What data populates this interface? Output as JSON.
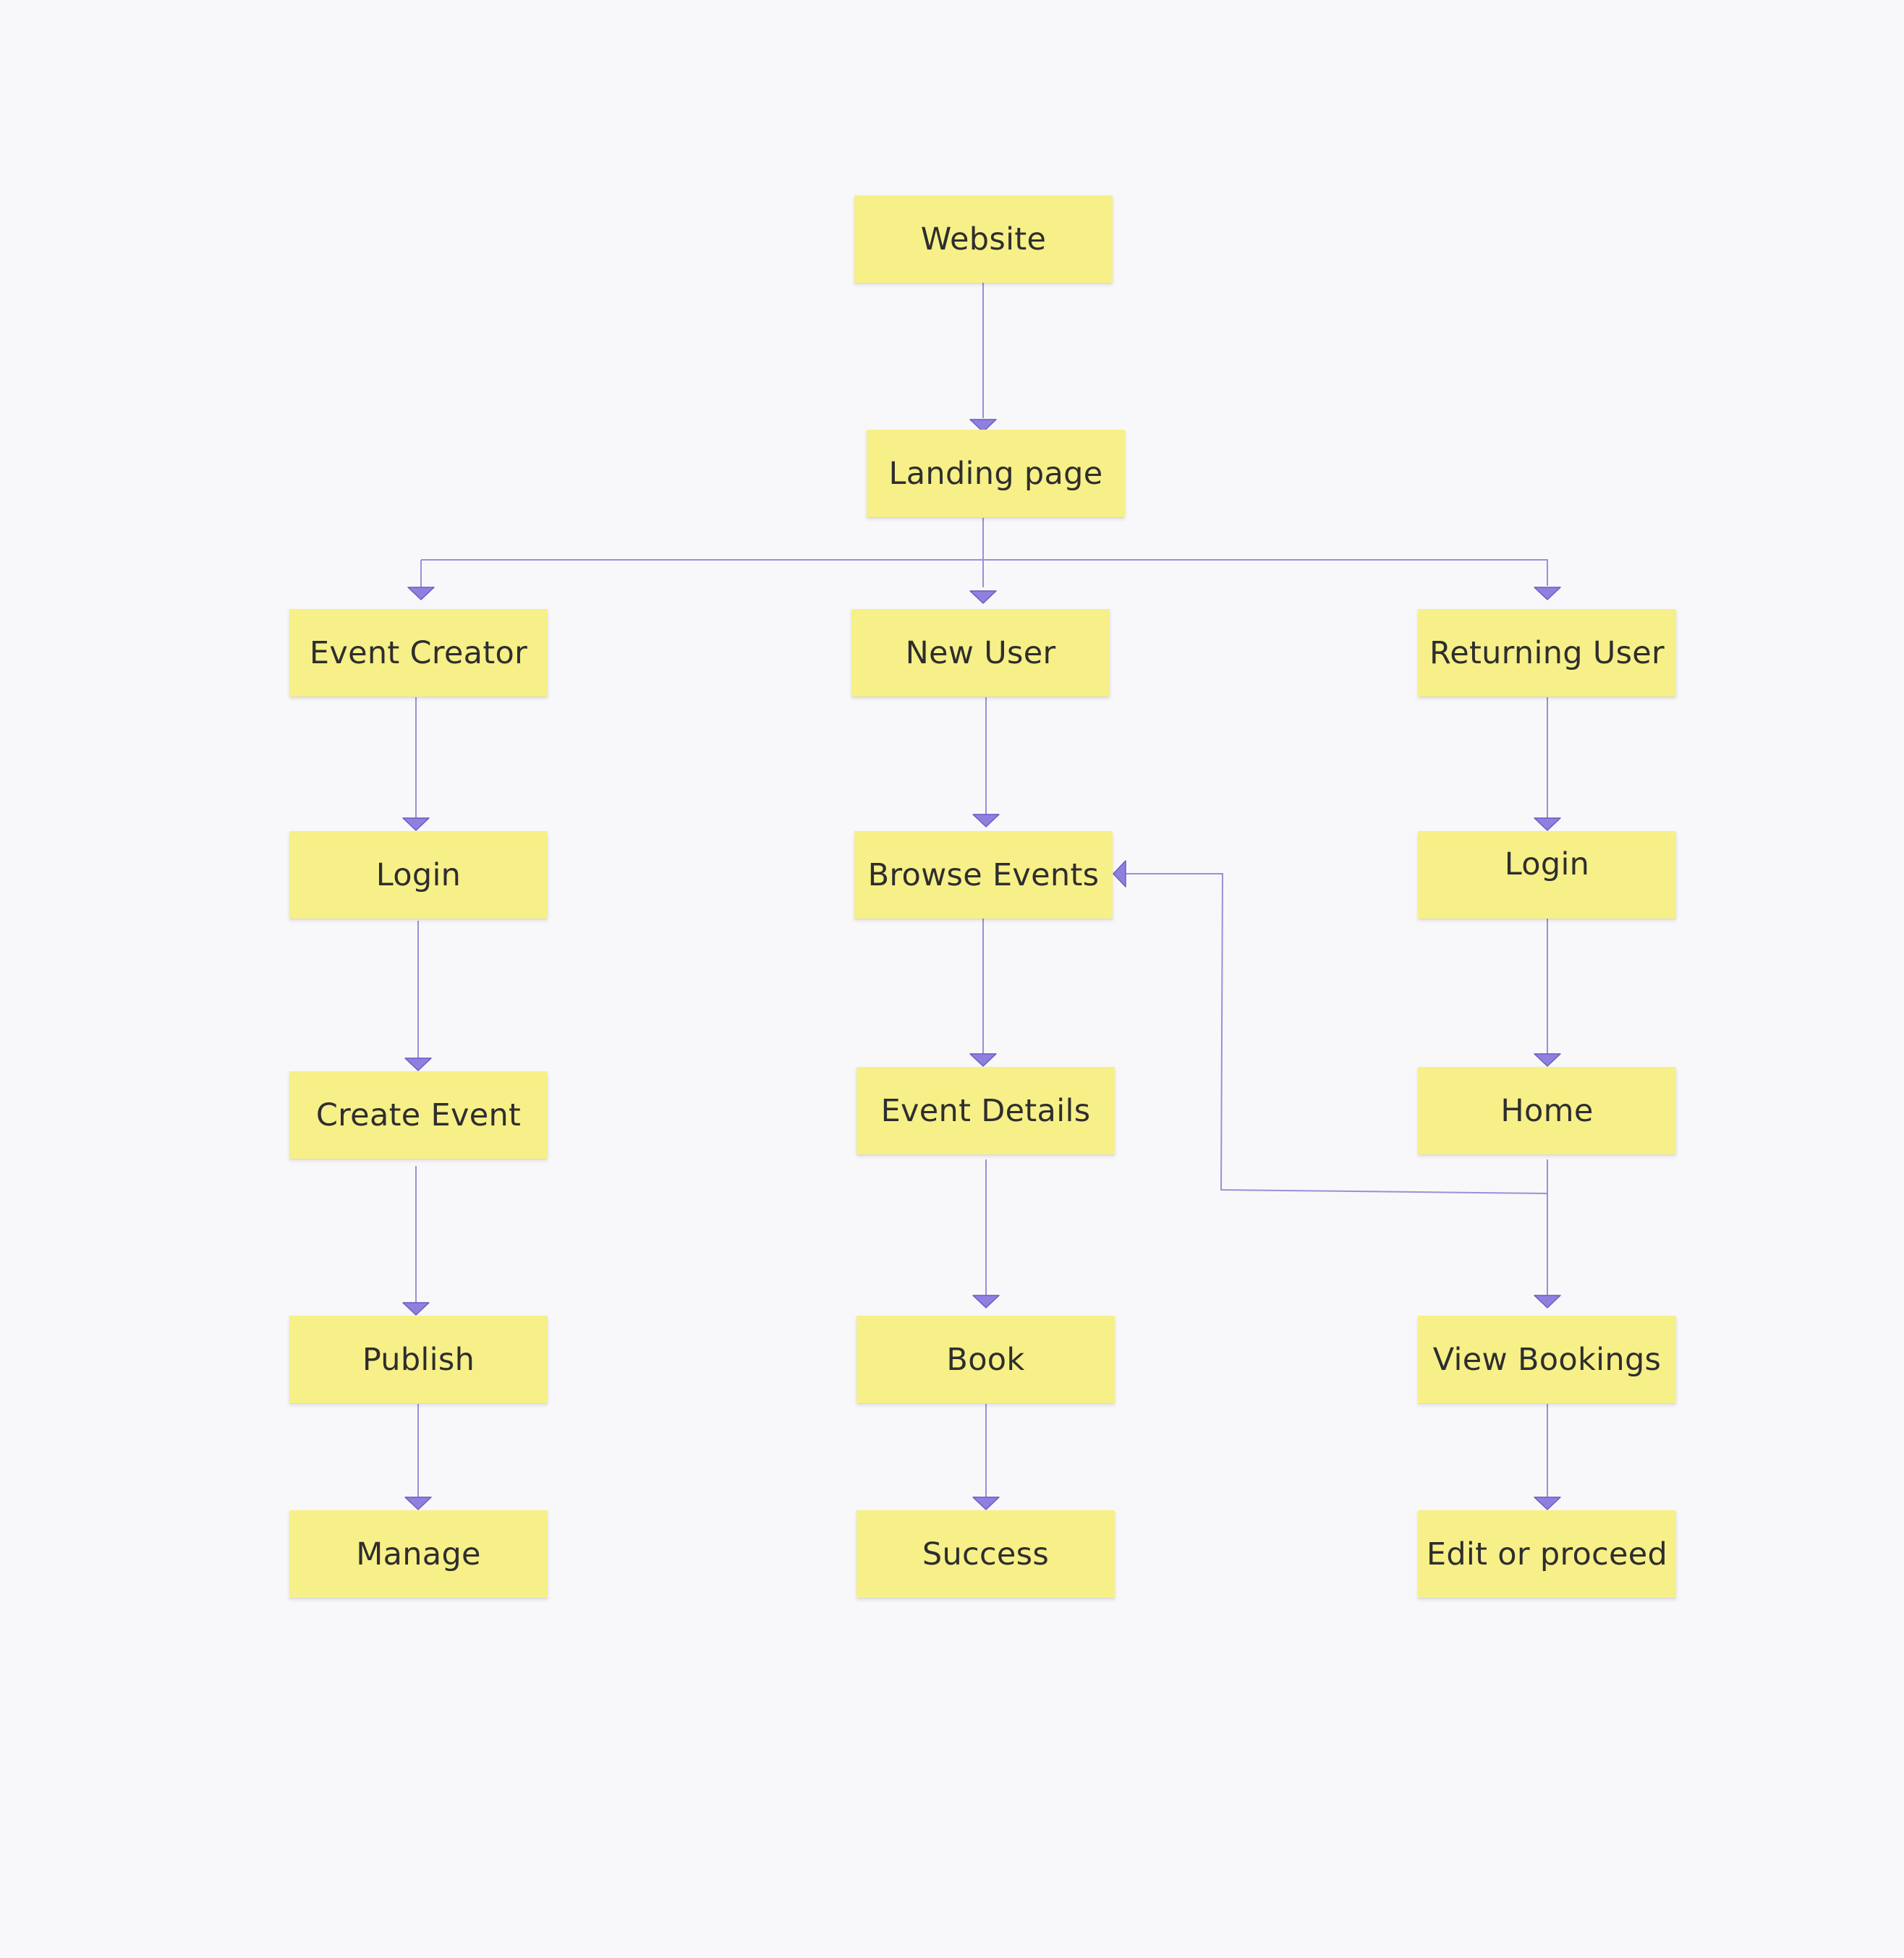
{
  "diagram": {
    "colors": {
      "background": "#f8f8fa",
      "note_fill": "#f7f088",
      "note_text": "#2e2e2e",
      "connector": "#9b8fd8",
      "arrowhead": "#8f80e0"
    },
    "nodes": {
      "website": "Website",
      "landing_page": "Landing page",
      "event_creator": "Event Creator",
      "new_user": "New User",
      "returning_user": "Returning User",
      "creator_login": "Login",
      "browse_events": "Browse Events",
      "returning_login": "Login",
      "create_event": "Create Event",
      "event_details": "Event Details",
      "home": "Home",
      "publish": "Publish",
      "book": "Book",
      "view_bookings": "View Bookings",
      "manage": "Manage",
      "success": "Success",
      "edit_or_proceed": "Edit or proceed"
    },
    "edges": [
      {
        "from": "website",
        "to": "landing_page"
      },
      {
        "from": "landing_page",
        "to": "event_creator"
      },
      {
        "from": "landing_page",
        "to": "new_user"
      },
      {
        "from": "landing_page",
        "to": "returning_user"
      },
      {
        "from": "event_creator",
        "to": "creator_login"
      },
      {
        "from": "creator_login",
        "to": "create_event"
      },
      {
        "from": "create_event",
        "to": "publish"
      },
      {
        "from": "publish",
        "to": "manage"
      },
      {
        "from": "new_user",
        "to": "browse_events"
      },
      {
        "from": "browse_events",
        "to": "event_details"
      },
      {
        "from": "event_details",
        "to": "book"
      },
      {
        "from": "book",
        "to": "success"
      },
      {
        "from": "returning_user",
        "to": "returning_login"
      },
      {
        "from": "returning_login",
        "to": "home"
      },
      {
        "from": "home",
        "to": "view_bookings"
      },
      {
        "from": "home",
        "to": "browse_events"
      },
      {
        "from": "view_bookings",
        "to": "edit_or_proceed"
      }
    ]
  }
}
